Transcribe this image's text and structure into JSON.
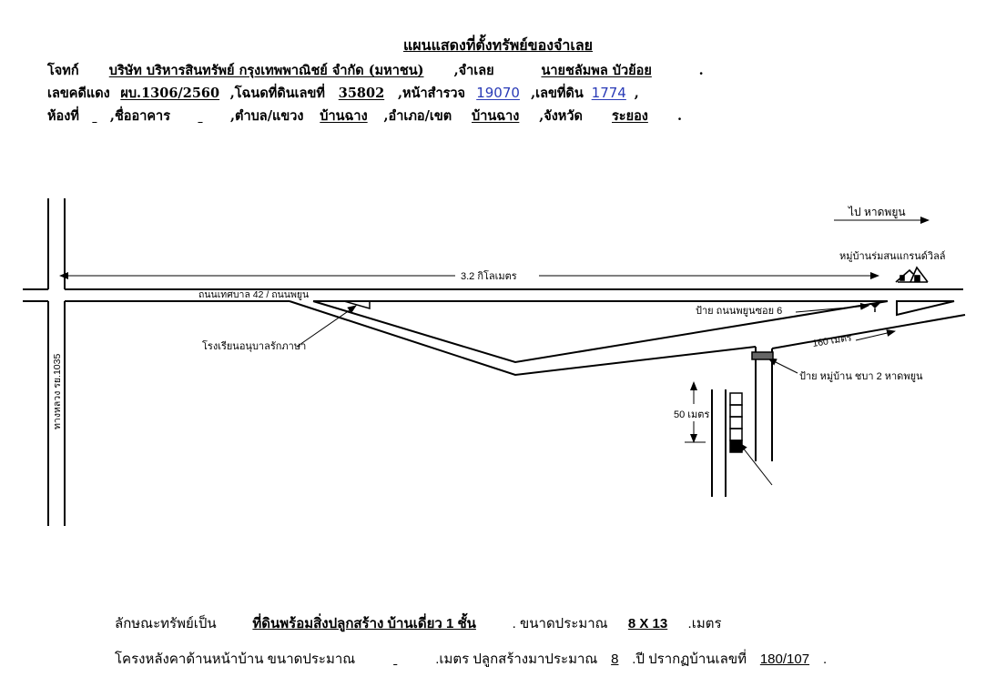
{
  "title": "แผนแสดงที่ตั้งทรัพย์ของจำเลย",
  "header": {
    "plaintiff_label": "โจทก์",
    "plaintiff": "บริษัท บริหารสินทรัพย์ กรุงเทพพาณิชย์ จำกัด (มหาชน)",
    "defendant_label": ",จำเลย",
    "defendant": "นายชลัมพล บัวย้อย",
    "case_no_label": "เลขคดีแดง",
    "case_no": "ผบ.1306/2560",
    "deed_label": ",โฉนดที่ดินเลขที่",
    "deed_no": "35802",
    "survey_page_label": ",หน้าสำรวจ",
    "survey_page": "19070",
    "land_no_label": ",เลขที่ดิน",
    "land_no": "1774",
    "room_label": "ห้องที่",
    "room": "",
    "building_label": ",ชื่ออาคาร",
    "building": "",
    "subdistrict_label": ",ตำบล/แขวง",
    "subdistrict": "บ้านฉาง",
    "district_label": ",อำเภอ/เขต",
    "district": "บ้านฉาง",
    "province_label": ",จังหวัด",
    "province": "ระยอง",
    "end_mark": ".",
    "end_comma": ","
  },
  "map": {
    "to_beach": "ไป หาดพยูน",
    "village": "หมู่บ้านร่มสนแกรนด์วิลล์",
    "distance_main": "3.2 กิโลเมตร",
    "road_name": "ถนนเทศบาล 42  /  ถนนพยูน",
    "school": "โรงเรียนอนุบาลรักภาษา",
    "sign_soi6": "ป้าย ถนนพยูนซอย 6",
    "distance_160": "160 เมตร",
    "sign_village": "ป้าย หมู่บ้าน ชบา 2 หาดพยูน",
    "distance_50": "50 เมตร",
    "highway": "ทางหลวง รย.1035"
  },
  "footer": {
    "property_label": "ลักษณะทรัพย์เป็น",
    "property": "ที่ดินพร้อมสิ่งปลูกสร้าง  บ้านเดี่ยว 1 ชั้น",
    "size_label": ". ขนาดประมาณ",
    "size": "8 X 13",
    "size_unit": ".เมตร",
    "roof_label": "โครงหลังคาด้านหน้าบ้าน ขนาดประมาณ",
    "roof": "",
    "roof_unit": ".เมตร  ปลูกสร้างมาประมาณ",
    "years": "8",
    "years_unit": ".ปี  ปรากฏบ้านเลขที่",
    "house_no": "180/107",
    "end_mark": "."
  },
  "colors": {
    "ink": "#000000",
    "handwriting": "#2a3bb7"
  }
}
